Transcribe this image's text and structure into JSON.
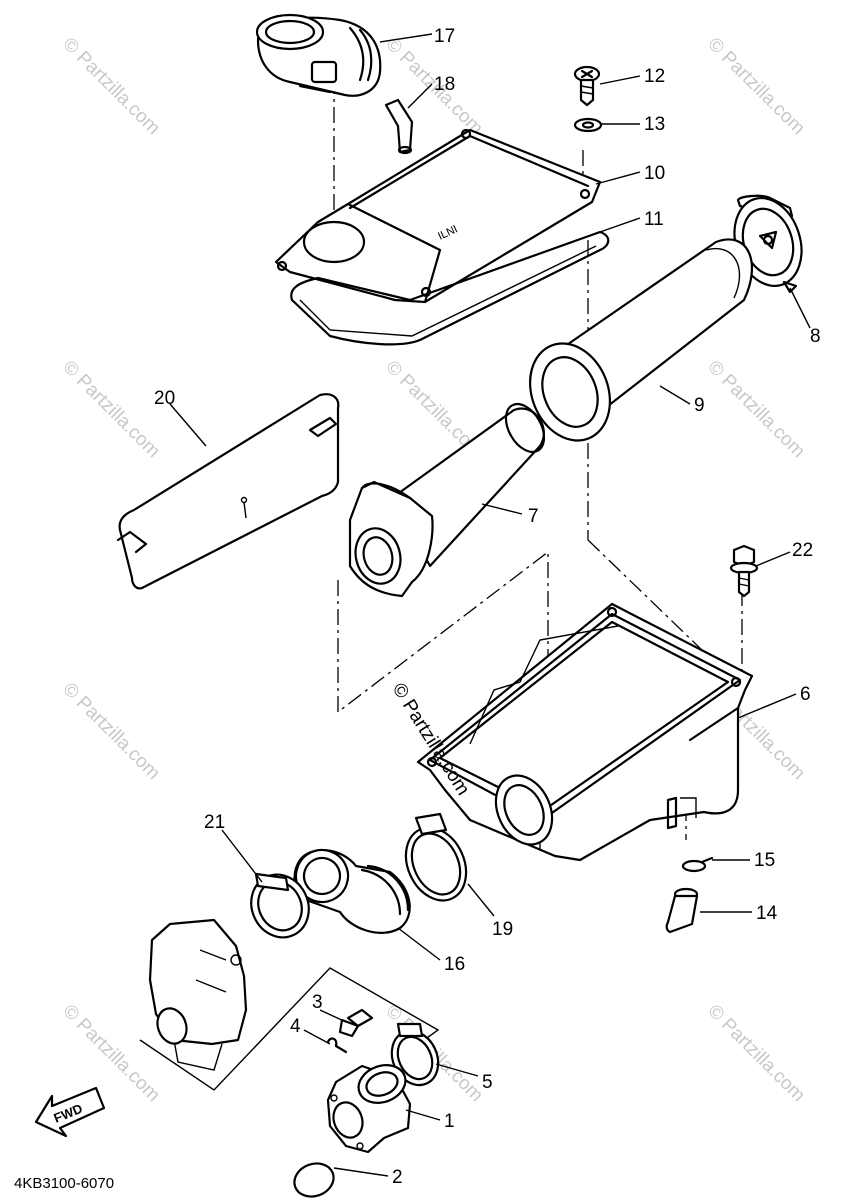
{
  "diagram": {
    "code": "4KB3100-6070",
    "fwd_label": "FWD",
    "watermark": "© Partzilla.com",
    "cover_marking": "ILNI",
    "callouts": {
      "p1": "1",
      "p2": "2",
      "p3": "3",
      "p4": "4",
      "p5": "5",
      "p6": "6",
      "p7": "7",
      "p8": "8",
      "p9": "9",
      "p10": "10",
      "p11": "11",
      "p12": "12",
      "p13": "13",
      "p14": "14",
      "p15": "15",
      "p16": "16",
      "p17": "17",
      "p18": "18",
      "p19": "19",
      "p20": "20",
      "p21": "21",
      "p22": "22"
    }
  }
}
